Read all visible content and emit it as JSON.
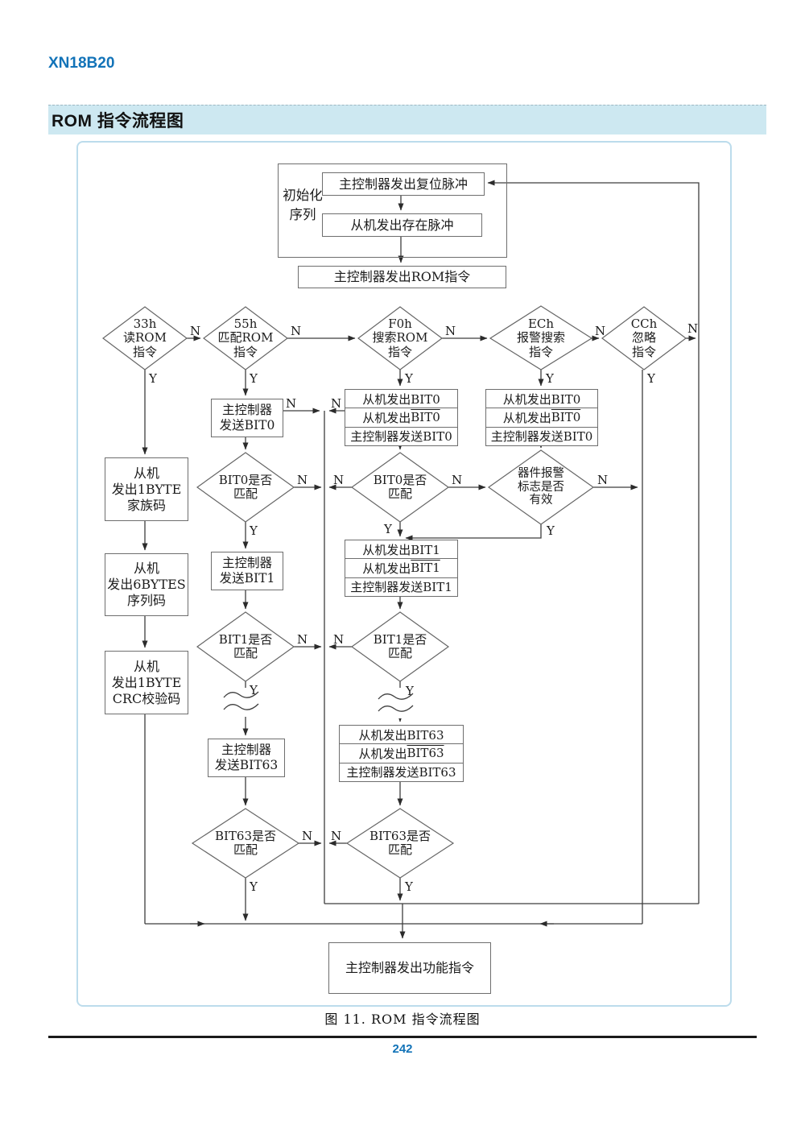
{
  "page": {
    "doc_title": "XN18B20",
    "section_title": "ROM 指令流程图",
    "caption": "图 11. ROM 指令流程图",
    "page_number": "242"
  },
  "labels": {
    "yes": "Y",
    "no": "N"
  },
  "flowchart": {
    "init_group": [
      "初始化",
      "序列"
    ],
    "reset_box": "主控制器发出复位脉冲",
    "presence_box": "从机发出存在脉冲",
    "rom_cmd_box": "主控制器发出ROM指令",
    "d33": [
      "33h",
      "读ROM",
      "指令"
    ],
    "d55": [
      "55h",
      "匹配ROM",
      "指令"
    ],
    "dF0": [
      "F0h",
      "搜索ROM",
      "指令"
    ],
    "dEC": [
      "ECh",
      "报警搜索",
      "指令"
    ],
    "dCC": [
      "CCh",
      "忽略",
      "指令"
    ],
    "send_bit0": [
      "主控制器",
      "发送BIT0"
    ],
    "send_bit1": [
      "主控制器",
      "发送BIT1"
    ],
    "send_bit63": [
      "主控制器",
      "发送BIT63"
    ],
    "bit0_match": [
      "BIT0是否",
      "匹配"
    ],
    "bit1_match": [
      "BIT1是否",
      "匹配"
    ],
    "bit63_match": [
      "BIT63是否",
      "匹配"
    ],
    "alarm_diamond": [
      "器件报警",
      "标志是否",
      "有效"
    ],
    "stack0": {
      "r1": "从机发出BIT0",
      "r2_prefix": "从机发出",
      "r2_bit": "BIT0",
      "r3": "主控制器发送BIT0"
    },
    "stack1": {
      "r1": "从机发出BIT1",
      "r2_prefix": "从机发出",
      "r2_bit": "BIT1",
      "r3": "主控制器发送BIT1"
    },
    "stack63": {
      "r1": "从机发出BIT63",
      "r2_prefix": "从机发出",
      "r2_bit": "BIT63",
      "r3": "主控制器发送BIT63"
    },
    "stackE": {
      "r1": "从机发出BIT0",
      "r2_prefix": "从机发出",
      "r2_bit": "BIT0",
      "r3": "主控制器发送BIT0"
    },
    "fam_box": [
      "从机",
      "发出1BYTE",
      "家族码"
    ],
    "serial_box": [
      "从机",
      "发出6BYTES",
      "序列码"
    ],
    "crc_box": [
      "从机",
      "发出1BYTE",
      "CRC校验码"
    ],
    "func_box": "主控制器发出功能指令"
  }
}
